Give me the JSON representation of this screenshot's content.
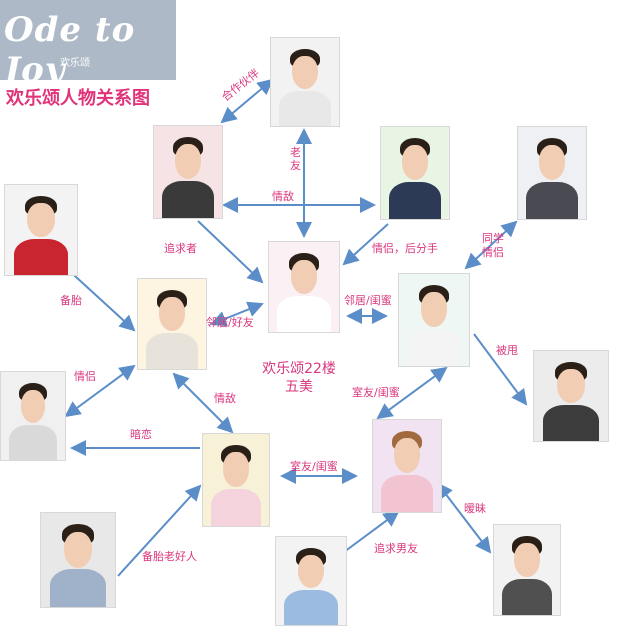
{
  "logo": {
    "text": "Ode to Joy",
    "sub": "欢乐颂"
  },
  "title": "欢乐颂人物关系图",
  "center_label": {
    "line1": "欢乐颂22楼",
    "line2": "五美"
  },
  "relations": {
    "partner": "合作伙伴",
    "old_friend": "老友",
    "rival": "情敌",
    "pursuer": "追求者",
    "lover_breakup": "情侣，后分手",
    "classmates_lovers": "同学\n情侣",
    "backup": "备胎",
    "neighbor_friend": "邻居/好友",
    "neighbor_bestie": "邻居/闺蜜",
    "lovers": "情侣",
    "rival2": "情敌",
    "roommate_bestie": "室友/闺蜜",
    "dumped": "被甩",
    "crush": "暗恋",
    "roommate_bestie2": "室友/闺蜜",
    "ambiguous": "暧昧",
    "backup_nice_guy": "备胎老好人",
    "courting": "追求男友"
  },
  "colors": {
    "edge": "#5b8dc8",
    "label": "#d9377e",
    "title": "#e0337a"
  }
}
